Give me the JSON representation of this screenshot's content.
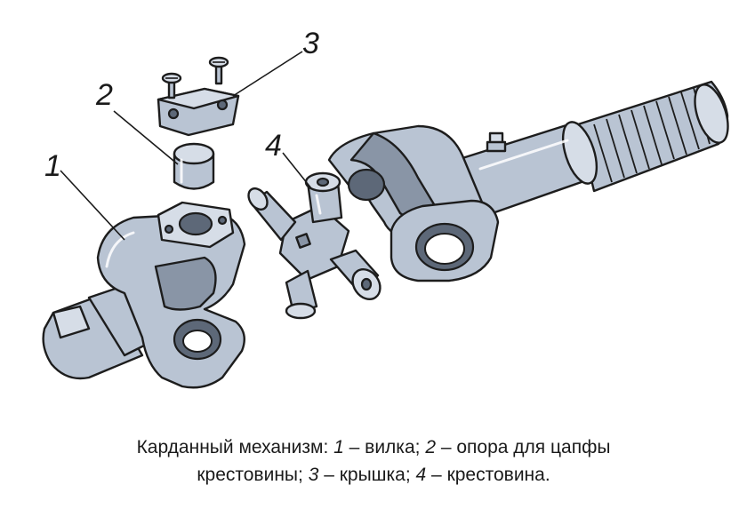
{
  "callouts": {
    "n1": "1",
    "n2": "2",
    "n3": "3",
    "n4": "4"
  },
  "caption": {
    "line1_a": "Карданный механизм: ",
    "line1_n1": "1",
    "line1_b": " – вилка; ",
    "line1_n2": "2",
    "line1_c": " – опора для цапфы",
    "line2_a": "крестовины; ",
    "line2_n3": "3",
    "line2_b": " – крышка; ",
    "line2_n4": "4",
    "line2_c": " – крестовина."
  }
}
